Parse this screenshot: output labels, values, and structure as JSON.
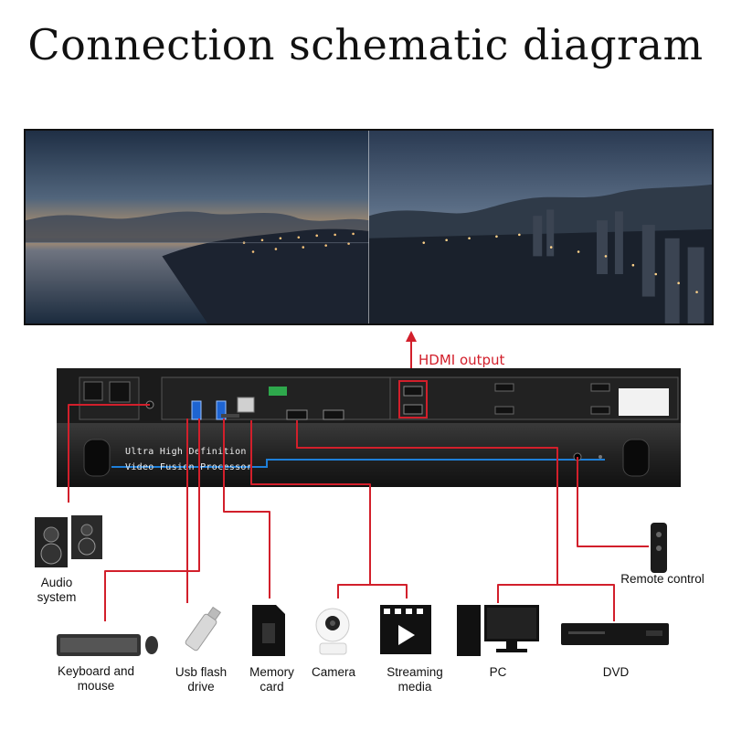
{
  "title": "Connection schematic diagram",
  "output_label": "HDMI output",
  "device": {
    "line1": "Ultra High Definition",
    "line2": "Video Fusion Processor"
  },
  "sources": {
    "audio": "Audio\nsystem",
    "remote": "Remote control",
    "keyboard": "Keyboard and\nmouse",
    "usb": "Usb flash\ndrive",
    "memory": "Memory\ncard",
    "camera": "Camera",
    "streaming": "Streaming\nmedia",
    "pc": "PC",
    "dvd": "DVD"
  },
  "colors": {
    "wire": "#d21f2b",
    "accent": "#1e7fd8"
  }
}
